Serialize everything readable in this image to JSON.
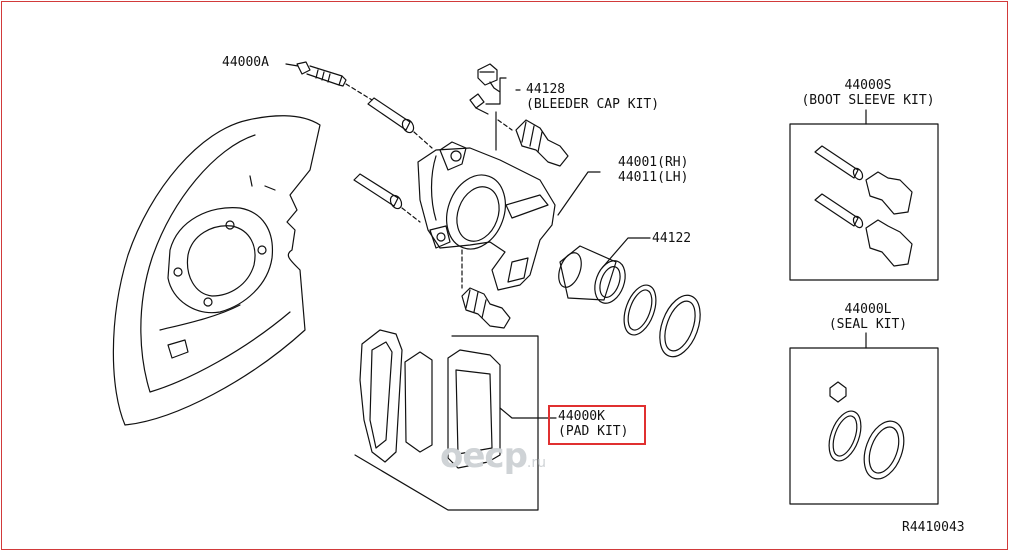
{
  "parts": [
    {
      "id": "44000A",
      "lines": [
        "44000A"
      ]
    },
    {
      "id": "44128",
      "lines": [
        "44128",
        "(BLEEDER CAP KIT)"
      ]
    },
    {
      "id": "44001",
      "lines": [
        "44001(RH)",
        "44011(LH)"
      ]
    },
    {
      "id": "44122",
      "lines": [
        "44122"
      ]
    },
    {
      "id": "44000K",
      "lines": [
        "44000K",
        "(PAD KIT)"
      ],
      "highlighted": true
    },
    {
      "id": "44000S",
      "lines": [
        "44000S",
        "(BOOT SLEEVE KIT)"
      ]
    },
    {
      "id": "44000L",
      "lines": [
        "44000L",
        "(SEAL KIT)"
      ]
    }
  ],
  "diagram_code": "R4410043",
  "watermark": {
    "brand": "oecp",
    "suffix": ".ru"
  },
  "colors": {
    "frame": "#d23a3a",
    "highlight": "#e03030",
    "ink": "#111111",
    "watermark": "#cfd3d6"
  }
}
